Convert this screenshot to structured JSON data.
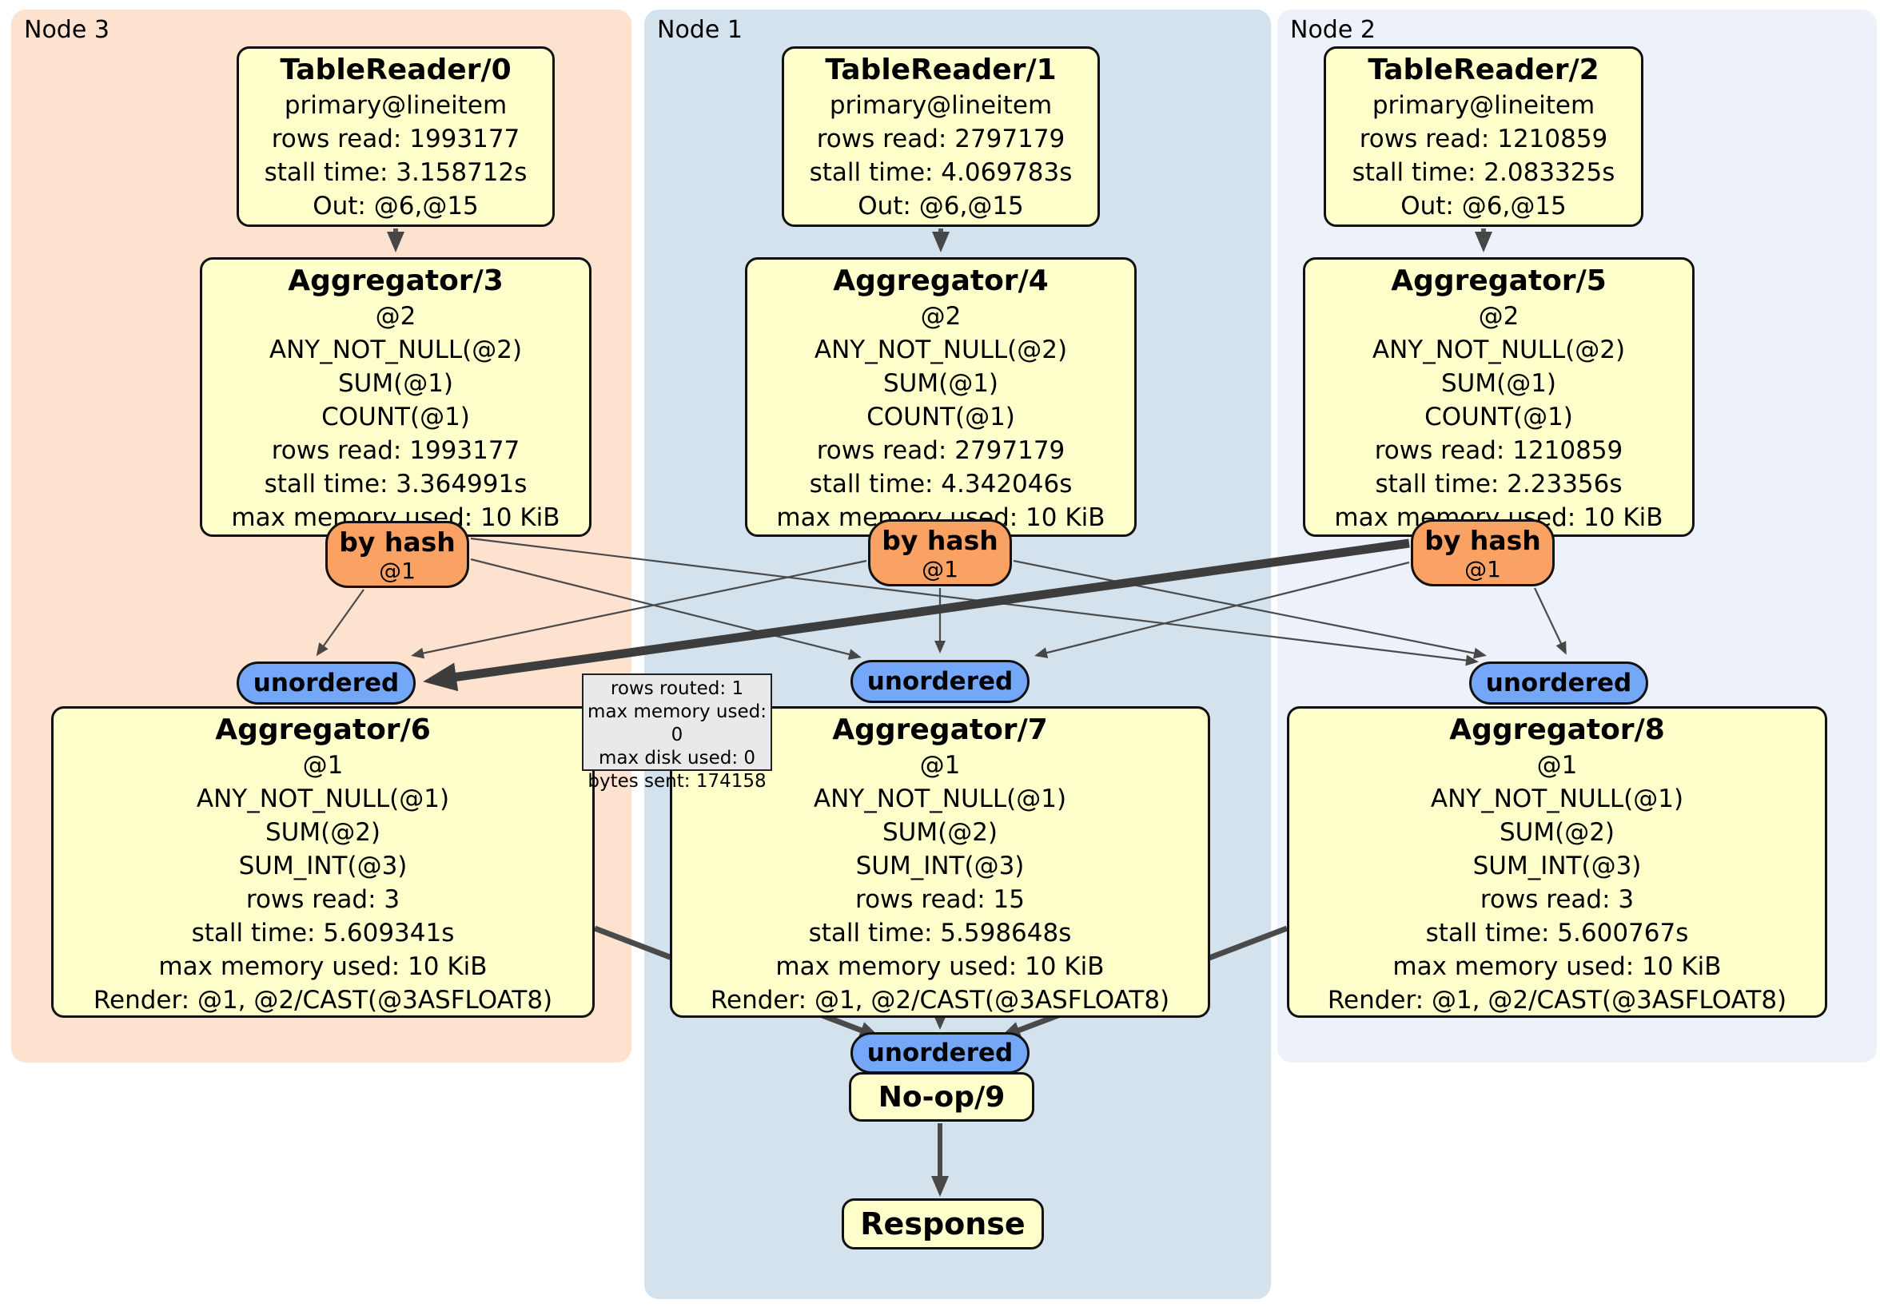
{
  "panels": {
    "node3": {
      "label": "Node 3"
    },
    "node1": {
      "label": "Node 1"
    },
    "node2": {
      "label": "Node 2"
    }
  },
  "nodes": {
    "tr0": {
      "title": "TableReader/0",
      "lines": [
        "primary@lineitem",
        "rows read: 1993177",
        "stall time: 3.158712s",
        "Out: @6,@15"
      ]
    },
    "tr1": {
      "title": "TableReader/1",
      "lines": [
        "primary@lineitem",
        "rows read: 2797179",
        "stall time: 4.069783s",
        "Out: @6,@15"
      ]
    },
    "tr2": {
      "title": "TableReader/2",
      "lines": [
        "primary@lineitem",
        "rows read: 1210859",
        "stall time: 2.083325s",
        "Out: @6,@15"
      ]
    },
    "agg3": {
      "title": "Aggregator/3",
      "lines": [
        "@2",
        "ANY_NOT_NULL(@2)",
        "SUM(@1)",
        "COUNT(@1)",
        "rows read: 1993177",
        "stall time: 3.364991s",
        "max memory used: 10 KiB"
      ]
    },
    "agg4": {
      "title": "Aggregator/4",
      "lines": [
        "@2",
        "ANY_NOT_NULL(@2)",
        "SUM(@1)",
        "COUNT(@1)",
        "rows read: 2797179",
        "stall time: 4.342046s",
        "max memory used: 10 KiB"
      ]
    },
    "agg5": {
      "title": "Aggregator/5",
      "lines": [
        "@2",
        "ANY_NOT_NULL(@2)",
        "SUM(@1)",
        "COUNT(@1)",
        "rows read: 1210859",
        "stall time: 2.23356s",
        "max memory used: 10 KiB"
      ]
    },
    "agg6": {
      "title": "Aggregator/6",
      "lines": [
        "@1",
        "ANY_NOT_NULL(@1)",
        "SUM(@2)",
        "SUM_INT(@3)",
        "rows read: 3",
        "stall time: 5.609341s",
        "max memory used: 10 KiB",
        "Render: @1, @2/CAST(@3ASFLOAT8)"
      ]
    },
    "agg7": {
      "title": "Aggregator/7",
      "lines": [
        "@1",
        "ANY_NOT_NULL(@1)",
        "SUM(@2)",
        "SUM_INT(@3)",
        "rows read: 15",
        "stall time: 5.598648s",
        "max memory used: 10 KiB",
        "Render: @1, @2/CAST(@3ASFLOAT8)"
      ]
    },
    "agg8": {
      "title": "Aggregator/8",
      "lines": [
        "@1",
        "ANY_NOT_NULL(@1)",
        "SUM(@2)",
        "SUM_INT(@3)",
        "rows read: 3",
        "stall time: 5.600767s",
        "max memory used: 10 KiB",
        "Render: @1, @2/CAST(@3ASFLOAT8)"
      ]
    },
    "noop9": {
      "title": "No-op/9"
    },
    "response": {
      "title": "Response"
    }
  },
  "routers": {
    "byhash3": {
      "label": "by hash",
      "sub": "@1"
    },
    "byhash4": {
      "label": "by hash",
      "sub": "@1"
    },
    "byhash5": {
      "label": "by hash",
      "sub": "@1"
    },
    "unordered6": {
      "label": "unordered"
    },
    "unordered7": {
      "label": "unordered"
    },
    "unordered8": {
      "label": "unordered"
    },
    "unordered9": {
      "label": "unordered"
    }
  },
  "tooltip": {
    "lines": [
      "rows routed: 1",
      "max memory used: 0",
      "max disk used: 0",
      "bytes sent: 174158"
    ]
  },
  "colors": {
    "panel_node3": "#fde2cf",
    "panel_node1": "#d4e2ee",
    "panel_node2": "#edf1f9",
    "processor_box": "#ffffcb",
    "router_pill": "#f9a263",
    "stream_pill": "#74a7f7",
    "tooltip_bg": "#e9e9e9",
    "edge": "#474747"
  }
}
